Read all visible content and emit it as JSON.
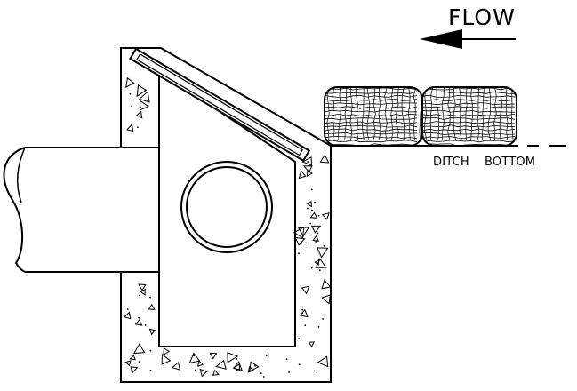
{
  "labels": {
    "flow": "FLOW",
    "ditch_word1": "DITCH",
    "ditch_word2": "BOTTOM"
  },
  "colors": {
    "ink": "#000000",
    "paper": "#ffffff"
  },
  "diagram": {
    "subject": "drop inlet with concrete box, sloped grate, inlet pipe and straw bale barrier",
    "flow_direction": "right-to-left",
    "bale_count": 2
  }
}
